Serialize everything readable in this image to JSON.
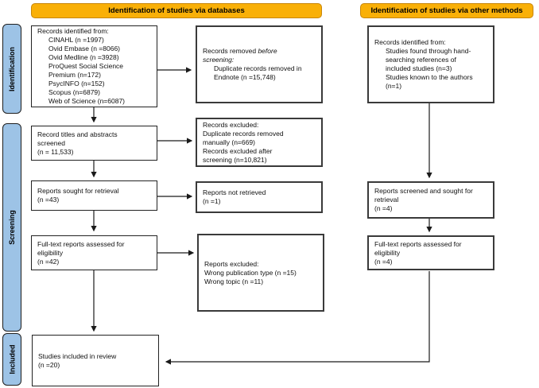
{
  "headers": {
    "databases": "Identification of studies via databases",
    "other_methods": "Identification of studies via other methods"
  },
  "sidebar": {
    "identification": "Identification",
    "screening": "Screening",
    "included": "Included"
  },
  "db_col": {
    "records_identified": {
      "intro": "Records identified from:",
      "items": [
        "CINAHL (n =1997)",
        "Ovid Embase (n =8066)",
        "Ovid Medline (n =3928)",
        "ProQuest Social Science",
        "Premium (n=172)",
        "PsycINFO (n=152)",
        "Scopus (n=6879)",
        "Web of Science (n=6087)"
      ]
    },
    "titles_screened": {
      "lines": [
        "Record titles and abstracts",
        "screened",
        "(n = 11,533)"
      ]
    },
    "sought_retrieval": {
      "lines": [
        "Reports sought for retrieval",
        "(n =43)"
      ]
    },
    "fulltext_assessed": {
      "lines": [
        "Full-text reports assessed for",
        "eligibility",
        "(n =42)"
      ]
    },
    "included_review": {
      "lines": [
        "Studies included in review",
        "(n =20)"
      ]
    }
  },
  "excluded_col": {
    "removed_before": {
      "normal1": "Records removed ",
      "italic1": "before",
      "italic2": "screening:",
      "items": [
        "Duplicate records removed in",
        "Endnote (n =15,748)"
      ]
    },
    "records_excluded": {
      "lines": [
        "Records excluded:",
        "Duplicate records removed",
        "manually (n=669)",
        "Records excluded after",
        "screening (n=10,821)"
      ]
    },
    "not_retrieved": {
      "lines": [
        "Reports not retrieved",
        "(n =1)"
      ]
    },
    "reports_excluded": {
      "lines": [
        "Reports excluded:",
        "Wrong publication type (n =15)",
        "Wrong topic (n =11)"
      ]
    }
  },
  "other_col": {
    "records_identified": {
      "intro": "Records identified from:",
      "items": [
        "Studies found through hand-",
        "searching references of",
        "included studies (n=3)",
        "Studies known to the authors",
        "(n=1)"
      ]
    },
    "screened_sought": {
      "lines": [
        "Reports screened and sought for",
        "retrieval",
        "(n =4)"
      ]
    },
    "fulltext_assessed": {
      "lines": [
        "Full-text reports assessed for",
        "eligibility",
        "(n =4)"
      ]
    }
  },
  "colors": {
    "header_bg": "#F9B008",
    "header_border": "#C8860A",
    "sidebar_bg": "#9DC3E6",
    "box_border": "#222222",
    "arrow": "#1a1a1a"
  }
}
